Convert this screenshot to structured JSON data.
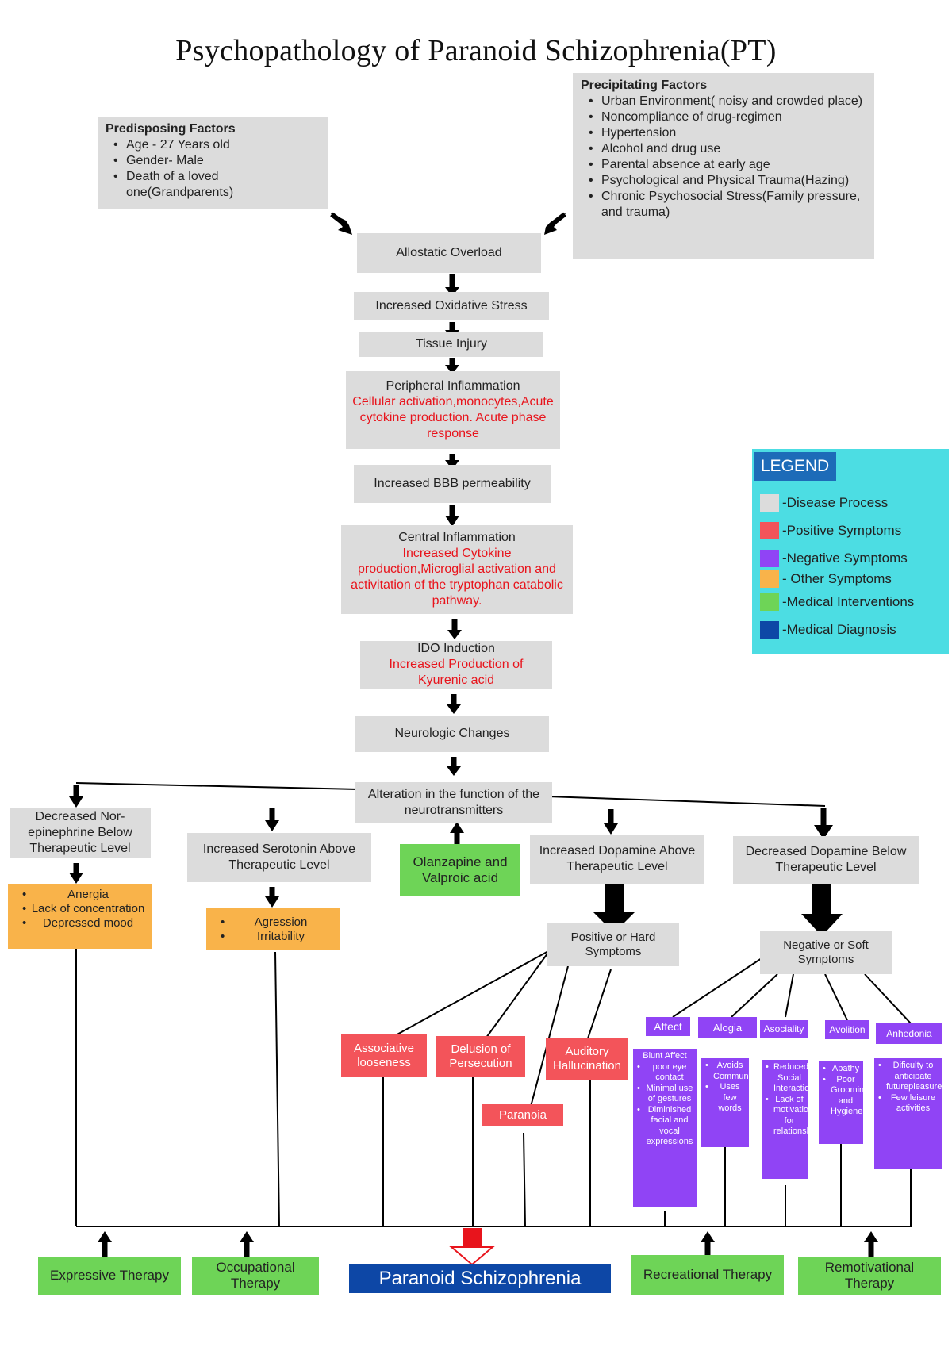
{
  "title": "Psychopathology of  Paranoid Schizophrenia(PT)",
  "predisposing": {
    "heading": "Predisposing Factors",
    "items": [
      "Age - 27 Years old",
      "Gender- Male",
      "Death of a loved one(Grandparents)"
    ]
  },
  "precipitating": {
    "heading": "Precipitating Factors",
    "items": [
      "Urban Environment( noisy and crowded place)",
      "Noncompliance of drug-regimen",
      "Hypertension",
      "Alcohol and drug use",
      "Parental absence at early age",
      "Psychological and Physical Trauma(Hazing)",
      "Chronic Psychosocial Stress(Family pressure, and trauma)"
    ]
  },
  "flow": {
    "allostatic": "Allostatic Overload",
    "oxidative": "Increased Oxidative Stress",
    "tissue": "Tissue Injury",
    "peripheral_title": "Peripheral Inflammation",
    "peripheral_detail": "Cellular activation,monocytes,Acute cytokine production. Acute phase response",
    "bbb": "Increased BBB permeability",
    "central_title": "Central Inflammation",
    "central_detail": "Increased Cytokine production,Microglial activation and activitation of the tryptophan catabolic pathway.",
    "ido_title": "IDO Induction",
    "ido_detail": "Increased Production of Kyurenic acid",
    "neuro": "Neurologic Changes",
    "alteration": "Alteration in the function of the neurotransmitters"
  },
  "branches": {
    "norepi": "Decreased Nor-epinephrine Below Therapeutic Level",
    "norepi_symptoms": [
      "Anergia",
      "Lack of concentration",
      "Depressed mood"
    ],
    "serotonin": "Increased Serotonin Above Therapeutic Level",
    "serotonin_symptoms": [
      "Agression",
      "Irritability"
    ],
    "medication": "Olanzapine and Valproic acid",
    "dopamine_up": "Increased Dopamine Above Therapeutic Level",
    "dopamine_down": "Decreased Dopamine Below Therapeutic Level"
  },
  "positive": {
    "title": "Positive or Hard Symptoms",
    "items": {
      "associative": "Associative looseness",
      "delusion": "Delusion of Persecution",
      "auditory": "Auditory Hallucination",
      "paranoia": "Paranoia"
    }
  },
  "negative": {
    "title": "Negative or Soft Symptoms",
    "affect": {
      "label": "Affect",
      "header": "Blunt Affect",
      "items": [
        "poor eye contact",
        "Minimal use of gestures",
        "Diminished facial and vocal expressions"
      ]
    },
    "alogia": {
      "label": "Alogia",
      "items": [
        "Avoids Communication",
        "Uses few words"
      ]
    },
    "asociality": {
      "label": "Asociality",
      "items": [
        "Reduced Social Interaction",
        "Lack of motivation for relationships"
      ]
    },
    "avolition": {
      "label": "Avolition",
      "items": [
        "Apathy",
        "Poor Grooming and Hygiene"
      ]
    },
    "anhedonia": {
      "label": "Anhedonia",
      "items": [
        "Dificulty to anticipate futurepleasure",
        "Few leisure activities"
      ]
    }
  },
  "interventions": {
    "expressive": "Expressive Therapy",
    "occupational": "Occupational Therapy",
    "recreational": "Recreational Therapy",
    "remotivational": "Remotivational Therapy"
  },
  "diagnosis": "Paranoid Schizophrenia",
  "legend": {
    "title": "LEGEND",
    "entries": [
      {
        "label": "-Disease Process",
        "color": "#dcdcdc"
      },
      {
        "label": "-Positive Symptoms",
        "color": "#f3545a"
      },
      {
        "label": "-Negative Symptoms",
        "color": "#9044f5"
      },
      {
        "label": "- Other Symptoms",
        "color": "#f9b34a"
      },
      {
        "label": "-Medical Interventions",
        "color": "#6ed457"
      },
      {
        "label": "-Medical Diagnosis",
        "color": "#0d47a6"
      }
    ]
  }
}
